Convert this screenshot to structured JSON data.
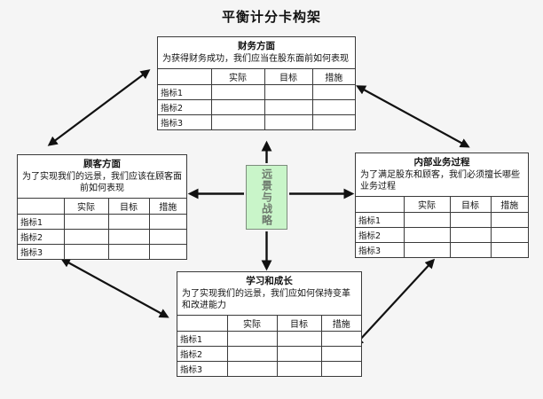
{
  "diagram": {
    "title": "平衡计分卡构架",
    "background_color": "#f5f5f5",
    "center": {
      "label": "远景与战略",
      "fill_color": "#c9f5c9",
      "border_color": "#7d8c7d",
      "text_color": "#6e7a6e"
    },
    "table_headers": {
      "blank": "",
      "actual": "实际",
      "target": "目标",
      "measure": "措施"
    },
    "table_rows": [
      "指标1",
      "指标2",
      "指标3"
    ],
    "perspectives": [
      {
        "id": "financial",
        "title": "财务方面",
        "description": "为获得财务成功，我们应当在股东面前如何表现",
        "position": "top"
      },
      {
        "id": "customer",
        "title": "顾客方面",
        "description": "为了实现我们的远景，我们应该在顾客面前如何表现",
        "position": "left"
      },
      {
        "id": "internal",
        "title": "内部业务过程",
        "description": "为了满足股东和顾客，我们必须擅长哪些业务过程",
        "position": "right"
      },
      {
        "id": "learning",
        "title": "学习和成长",
        "description": "为了实现我们的远景，我们应如何保持变革和改进能力",
        "position": "bottom"
      }
    ],
    "connectors": [
      {
        "name": "vision-to-financial",
        "type": "single-arrow",
        "direction": "up"
      },
      {
        "name": "vision-to-customer",
        "type": "single-arrow",
        "direction": "left"
      },
      {
        "name": "vision-to-internal",
        "type": "single-arrow",
        "direction": "right"
      },
      {
        "name": "vision-to-learning",
        "type": "single-arrow",
        "direction": "down"
      },
      {
        "name": "customer-financial-link",
        "type": "double-arrow",
        "direction": "diagonal-up-right"
      },
      {
        "name": "financial-internal-link",
        "type": "double-arrow",
        "direction": "diagonal-down-right"
      },
      {
        "name": "customer-learning-link",
        "type": "double-arrow",
        "direction": "diagonal-down-right"
      },
      {
        "name": "learning-internal-link",
        "type": "double-arrow",
        "direction": "diagonal-up-right"
      }
    ]
  }
}
